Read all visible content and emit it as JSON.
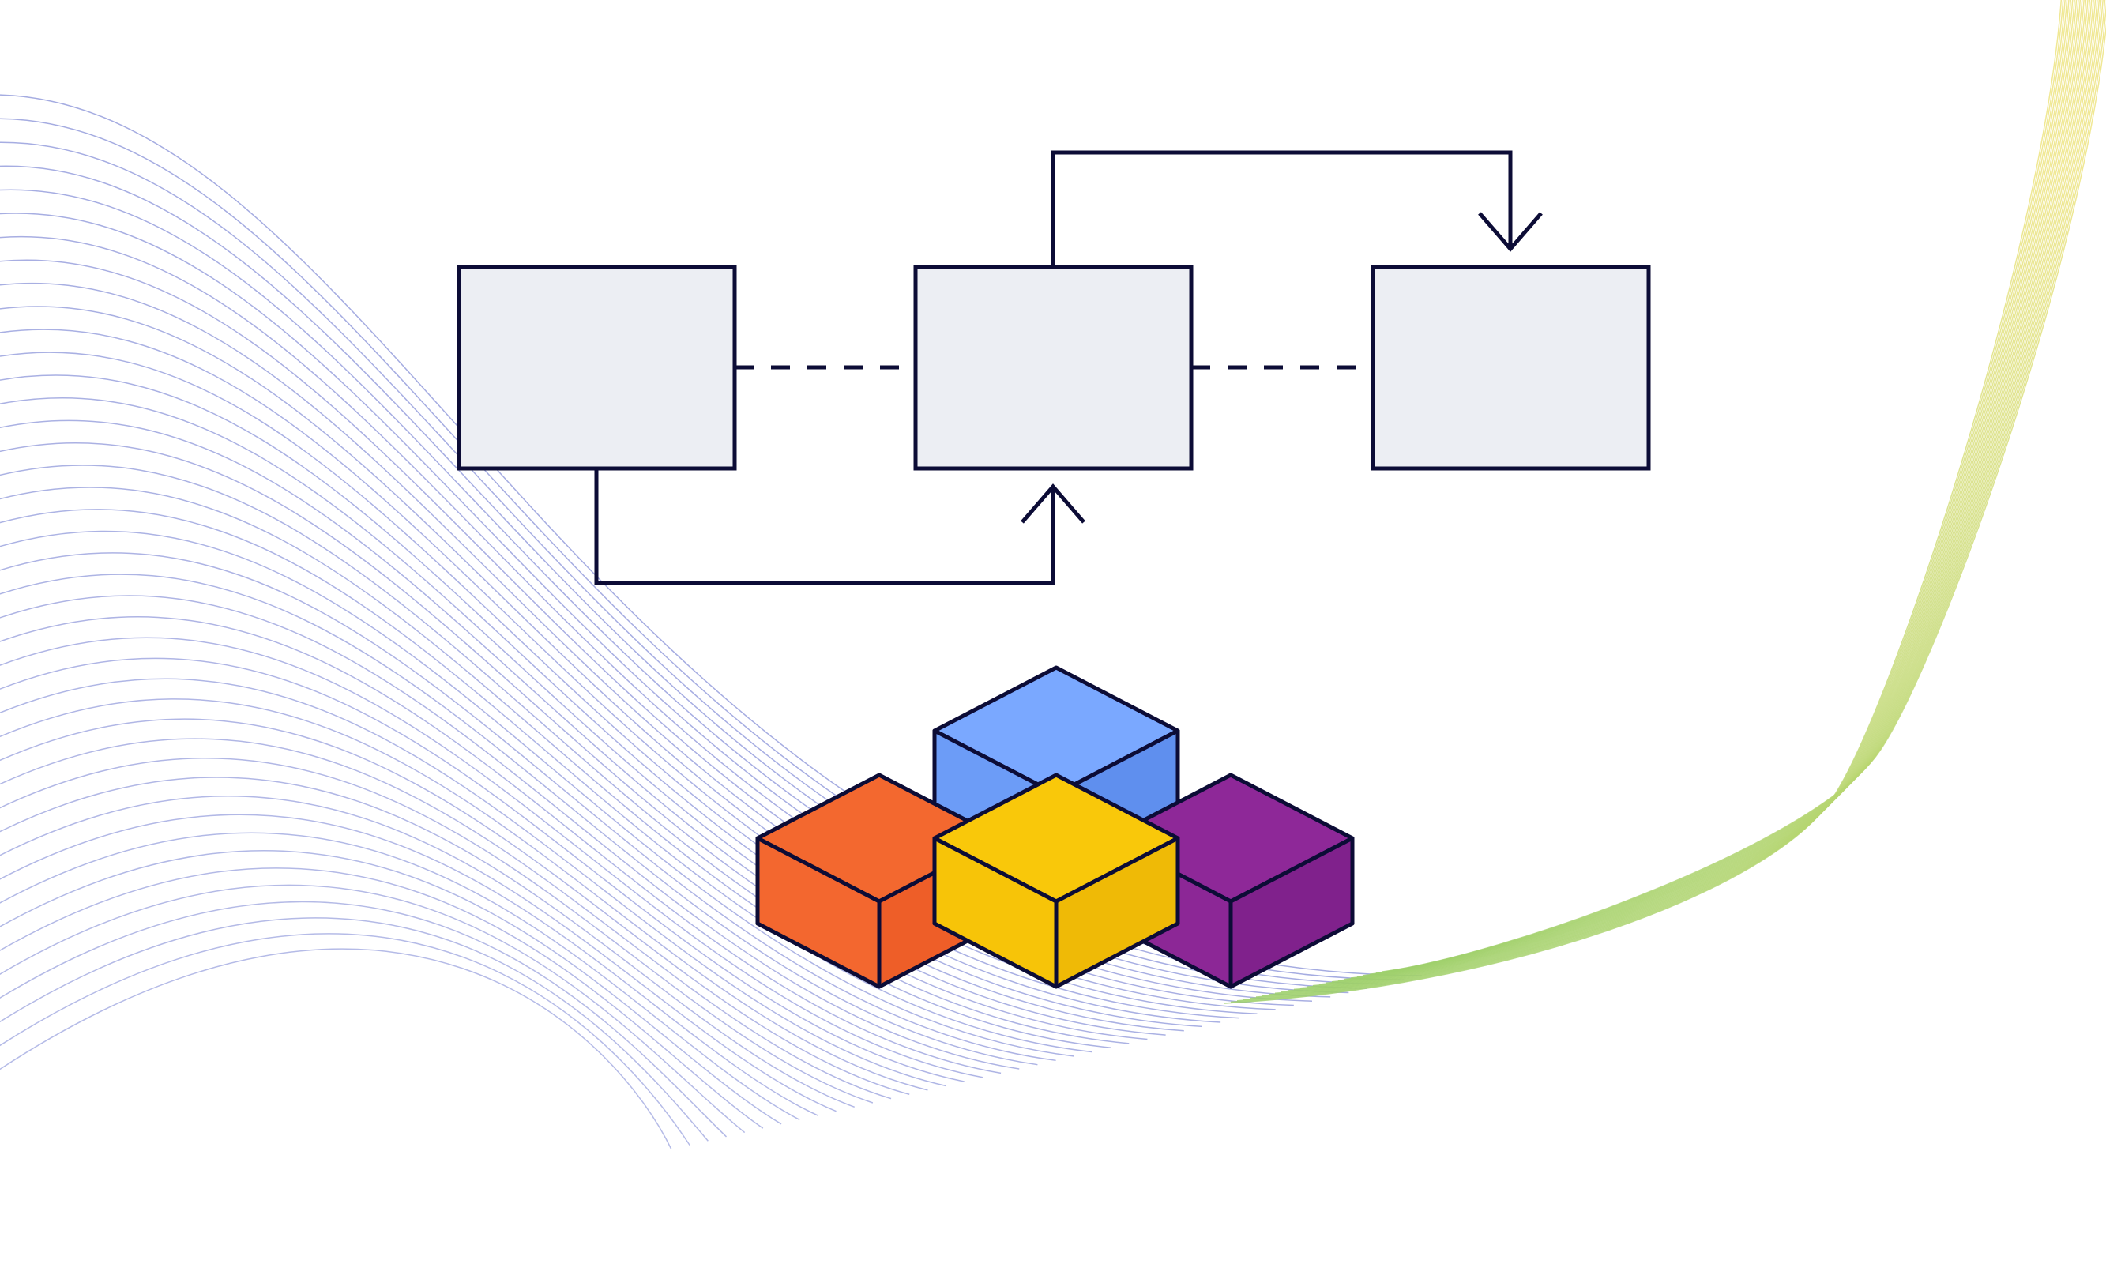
{
  "colors": {
    "background": "#ffffff",
    "outline": "#0c0c36",
    "box_fill": "#eceef3",
    "wave_blue": "#5b68c9",
    "wave_green": "#9ccf6a",
    "wave_yellow": "#ece27a",
    "cube_blue": {
      "top": "#7aa8ff",
      "left": "#6c9cf7",
      "right": "#5f8fee"
    },
    "cube_orange": {
      "top": "#f3682f",
      "left": "#f3672f",
      "right": "#ee5e28"
    },
    "cube_yellow": {
      "top": "#f9c80a",
      "left": "#f7c408",
      "right": "#efba06"
    },
    "cube_purple": {
      "top": "#8e2898",
      "left": "#8c2796",
      "right": "#80218c"
    }
  },
  "diagram": {
    "boxes": [
      {
        "name": "process-box-1"
      },
      {
        "name": "process-box-2"
      },
      {
        "name": "process-box-3"
      }
    ],
    "dashed_links": [
      {
        "name": "dashed-link-1-2",
        "from": "process-box-1",
        "to": "process-box-2"
      },
      {
        "name": "dashed-link-2-3",
        "from": "process-box-2",
        "to": "process-box-3"
      }
    ],
    "arrows": [
      {
        "name": "arrow-box2-to-box3",
        "from": "process-box-2",
        "to": "process-box-3",
        "route": "over-top",
        "arrowhead_icon": "arrow-down-icon"
      },
      {
        "name": "arrow-box1-to-box2",
        "from": "process-box-1",
        "to": "process-box-2",
        "route": "under-bottom",
        "arrowhead_icon": "arrow-up-icon"
      }
    ]
  },
  "cubes": [
    {
      "name": "cube-blue",
      "color": "blue"
    },
    {
      "name": "cube-orange",
      "color": "orange"
    },
    {
      "name": "cube-purple",
      "color": "purple"
    },
    {
      "name": "cube-yellow",
      "color": "yellow"
    }
  ],
  "decoration": {
    "wave_left": {
      "icon": "wave-lines-icon",
      "line_count": 42
    },
    "wave_right": {
      "icon": "wave-lines-icon",
      "line_count": 26
    }
  }
}
